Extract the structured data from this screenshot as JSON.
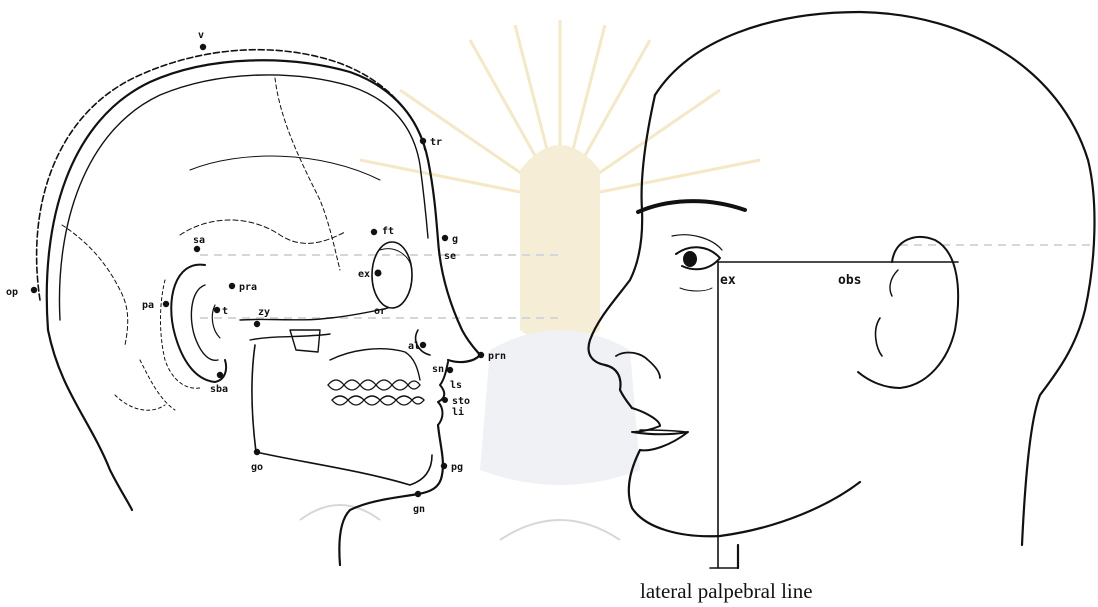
{
  "watermark": {
    "colors": {
      "seal_gold": "#f4e6c2",
      "seal_gray": "#dfe3e8"
    }
  },
  "skull_diagram": {
    "landmarks": {
      "v": "v",
      "tr": "tr",
      "g": "g",
      "se": "se",
      "ft": "ft",
      "ex": "ex",
      "sa": "sa",
      "pra": "pra",
      "pa": "pa",
      "t": "t",
      "zy": "zy",
      "op": "op",
      "al": "al",
      "prn": "prn",
      "sn": "sn",
      "ls": "ls",
      "sto": "sto",
      "li": "li",
      "sba": "sba",
      "go": "go",
      "pg": "pg",
      "gn": "gn",
      "or": "or"
    }
  },
  "profile_diagram": {
    "labels": {
      "ex": "ex",
      "obs": "obs"
    },
    "caption": "lateral palpebral line"
  },
  "colors": {
    "ink": "#111111",
    "background": "#ffffff"
  }
}
